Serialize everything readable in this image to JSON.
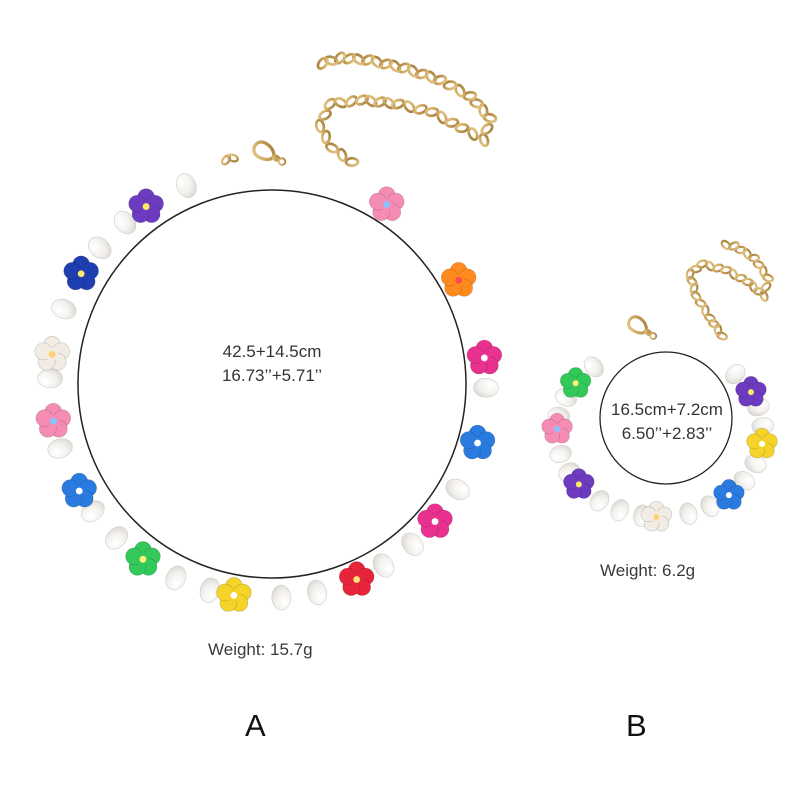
{
  "necklace": {
    "size_cm": "42.5+14.5cm",
    "size_in": "16.73’’+5.71’’",
    "weight": "Weight: 15.7g",
    "label": "A"
  },
  "bracelet": {
    "size_cm": "16.5cm+7.2cm",
    "size_in": "6.50’’+2.83’’",
    "weight": "Weight: 6.2g",
    "label": "B"
  },
  "colors": {
    "pearl": "#f7f5f2",
    "gold": "#c9a25a",
    "measure_line": "#222222",
    "flowers": [
      "#e8243a",
      "#ff8a1e",
      "#f5d328",
      "#32c95a",
      "#2a7be0",
      "#1f3fb0",
      "#6c3bbf",
      "#f58cb4",
      "#e9318f",
      "#f2ece4"
    ]
  }
}
